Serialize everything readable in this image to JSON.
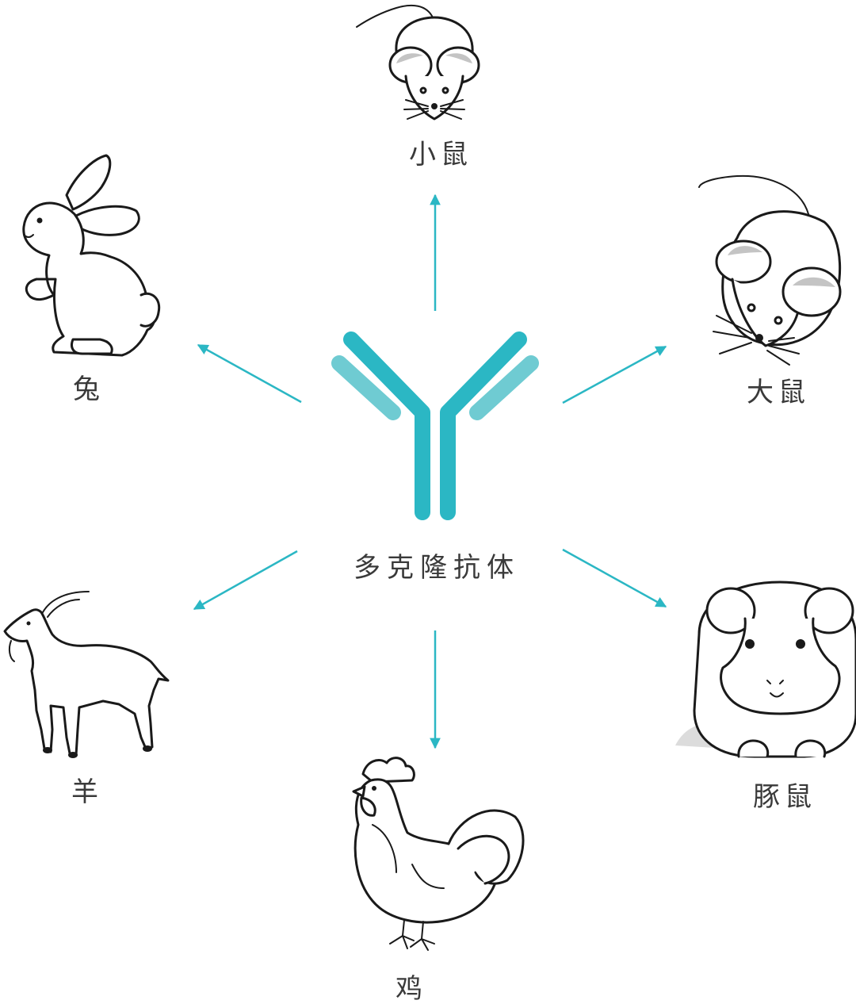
{
  "center": {
    "label": "多克隆抗体"
  },
  "animals": [
    {
      "id": "mouse",
      "label": "小鼠"
    },
    {
      "id": "rat",
      "label": "大鼠"
    },
    {
      "id": "guinea-pig",
      "label": "豚鼠"
    },
    {
      "id": "chicken",
      "label": "鸡"
    },
    {
      "id": "goat",
      "label": "羊"
    },
    {
      "id": "rabbit",
      "label": "兔"
    }
  ],
  "colors": {
    "accent": "#2bb7c4",
    "accent_light": "#6fcbd2",
    "text": "#3a3a3a",
    "outline": "#1a1a1a"
  }
}
